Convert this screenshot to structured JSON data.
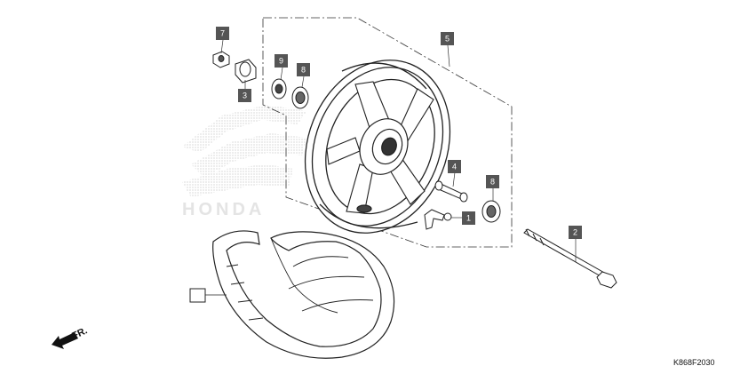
{
  "diagram": {
    "callouts": {
      "valve": "1",
      "axle": "2",
      "collar": "3",
      "spacer": "4",
      "wheel": "5",
      "nut": "7",
      "bearing_left": "8",
      "bearing_right": "8",
      "seal": "9"
    },
    "direction": "FR.",
    "code": "K868F2030",
    "brand_watermark": "HONDA"
  }
}
